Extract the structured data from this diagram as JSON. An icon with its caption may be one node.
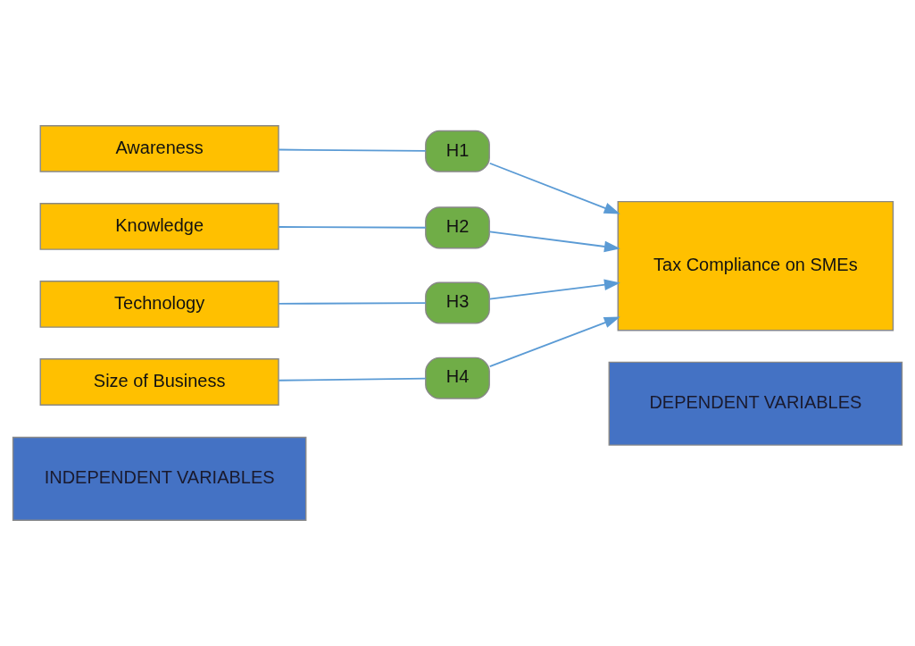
{
  "diagram": {
    "nodes": [
      {
        "text": [
          "INDEPENDENT VARIABLES"
        ]
      },
      {
        "text": [
          "DEPENDENT VARIABLES"
        ]
      },
      {
        "text": [
          "Awareness"
        ]
      },
      {
        "text": [
          "Knowledge"
        ]
      },
      {
        "text": [
          "Technology"
        ]
      },
      {
        "text": [
          "Size of Business"
        ]
      },
      {
        "text": [
          "H1"
        ]
      },
      {
        "text": [
          "H2"
        ]
      },
      {
        "text": [
          "H3"
        ]
      },
      {
        "text": [
          "H4"
        ]
      },
      {
        "text": [
          "Tax Compliance on SMEs"
        ]
      }
    ],
    "edges": [
      {
        "from": 2,
        "to": 6,
        "arrow": "none"
      },
      {
        "from": 6,
        "to": 10,
        "arrow": "to"
      },
      {
        "from": 3,
        "to": 7,
        "arrow": "none"
      },
      {
        "from": 7,
        "to": 10,
        "arrow": "to"
      },
      {
        "from": 4,
        "to": 8,
        "arrow": "none"
      },
      {
        "from": 8,
        "to": 10,
        "arrow": "to"
      },
      {
        "from": 5,
        "to": 9,
        "arrow": "none"
      },
      {
        "from": 9,
        "to": 10,
        "arrow": "to"
      }
    ]
  }
}
